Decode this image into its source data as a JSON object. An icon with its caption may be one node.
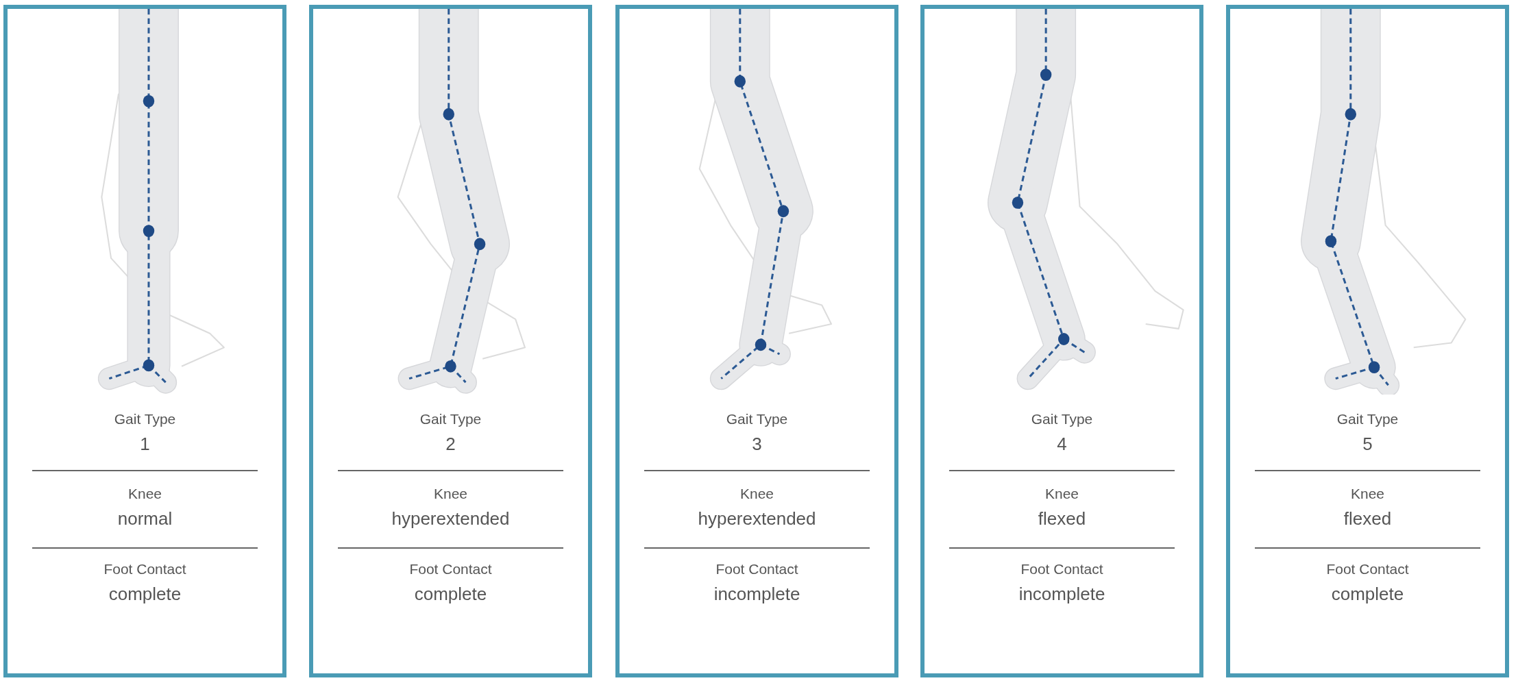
{
  "diagram": {
    "nodes": [
      {
        "text": [
          "Gait Type",
          "1",
          "Knee",
          "normal",
          "Foot Contact",
          "complete"
        ]
      },
      {
        "text": [
          "Gait Type",
          "2",
          "Knee",
          "hyperextended",
          "Foot Contact",
          "complete"
        ]
      },
      {
        "text": [
          "Gait Type",
          "3",
          "Knee",
          "hyperextended",
          "Foot Contact",
          "incomplete"
        ]
      },
      {
        "text": [
          "Gait Type",
          "4",
          "Knee",
          "flexed",
          "Foot Contact",
          "incomplete"
        ]
      },
      {
        "text": [
          "Gait Type",
          "5",
          "Knee",
          "flexed",
          "Foot Contact",
          "complete"
        ]
      }
    ]
  }
}
